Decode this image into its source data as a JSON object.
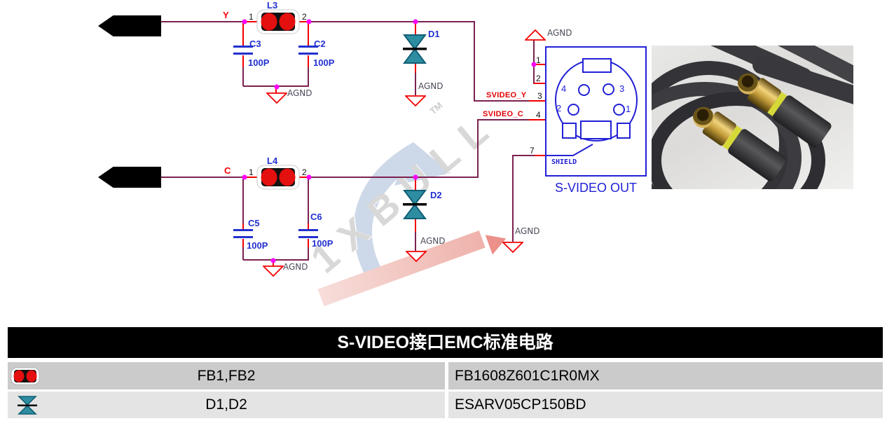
{
  "colors": {
    "wire": "#7b2150",
    "pin_red": "#f20000",
    "component_blue": "#2230cf",
    "junction_magenta": "#ff00ff",
    "diode_teal": "#2f8da2",
    "connector_blue": "#2121d6",
    "gnd_text": "#4c4c5a",
    "table_header_bg": "#000000",
    "table_row1_bg": "#cbcbcb",
    "table_row2_bg": "#e4e4e4"
  },
  "schematic": {
    "net_y": "Y",
    "net_c": "C",
    "svideo_y": "SVIDEO_Y",
    "svideo_c": "SVIDEO_C",
    "agnd": "AGND",
    "pin1": "1",
    "pin2": "2",
    "l3": "L3",
    "l4": "L4",
    "c3": "C3",
    "c2": "C2",
    "c5": "C5",
    "c6": "C6",
    "cap_value": "100P",
    "d1": "D1",
    "d2": "D2",
    "connector": {
      "pins_left": [
        "1",
        "2",
        "3",
        "4",
        "7"
      ],
      "face": {
        "p1": "1",
        "p2": "2",
        "p3": "3",
        "p4": "4"
      },
      "shield": "SHIELD",
      "title": "S-VIDEO OUT"
    },
    "watermark": {
      "brand": "1XBULL",
      "tm": "TM"
    }
  },
  "table": {
    "title": "S-VIDEO接口EMC标准电路",
    "rows": [
      {
        "icon": "ferrite-bead-icon",
        "refs": "FB1,FB2",
        "part": "FB1608Z601C1R0MX"
      },
      {
        "icon": "tvs-diode-icon",
        "refs": "D1,D2",
        "part": "ESARV05CP150BD"
      }
    ]
  }
}
